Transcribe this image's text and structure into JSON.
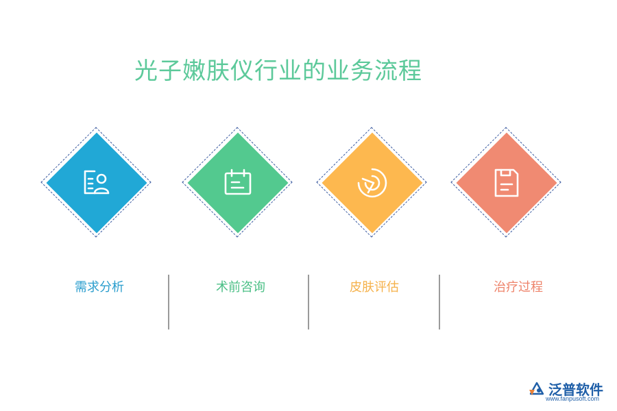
{
  "title": {
    "text": "光子嫩肤仪行业的业务流程",
    "color": "#5cc99a"
  },
  "steps": [
    {
      "label": "需求分析",
      "color": "#21a8d6",
      "label_color": "#2a9dcd",
      "icon": "user-card-icon"
    },
    {
      "label": "术前咨询",
      "color": "#53c98f",
      "label_color": "#4bbf86",
      "icon": "calendar-icon"
    },
    {
      "label": "皮肤评估",
      "color": "#fdb84f",
      "label_color": "#f5b14a",
      "icon": "pie-chart-icon"
    },
    {
      "label": "治疗过程",
      "color": "#f08a72",
      "label_color": "#ee836a",
      "icon": "document-icon"
    }
  ],
  "brand": {
    "name": "泛普软件",
    "url": "www.fanpusoft.com",
    "icon": "fanpu-logo-icon"
  }
}
